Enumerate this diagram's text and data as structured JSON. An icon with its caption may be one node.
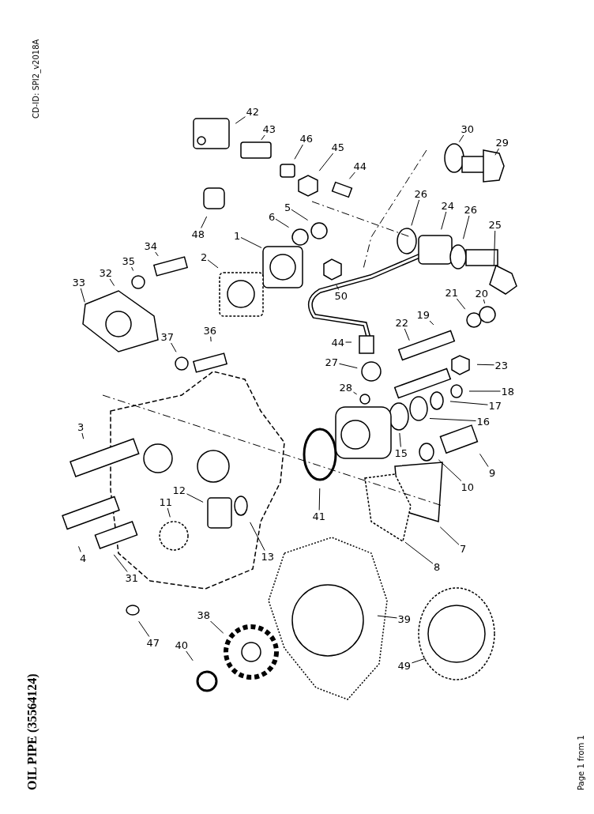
{
  "diagram": {
    "title": "OIL PIPE (35564124)",
    "nodes": [
      {
        "text": [
          "42"
        ]
      },
      {
        "text": [
          "43"
        ]
      },
      {
        "text": [
          "46"
        ]
      },
      {
        "text": [
          "45"
        ]
      },
      {
        "text": [
          "44"
        ]
      },
      {
        "text": [
          "30"
        ]
      },
      {
        "text": [
          "29"
        ]
      },
      {
        "text": [
          "26"
        ]
      },
      {
        "text": [
          "24"
        ]
      },
      {
        "text": [
          "26"
        ]
      },
      {
        "text": [
          "25"
        ]
      },
      {
        "text": [
          "48"
        ]
      },
      {
        "text": [
          "6"
        ]
      },
      {
        "text": [
          "5"
        ]
      },
      {
        "text": [
          "1"
        ]
      },
      {
        "text": [
          "50"
        ]
      },
      {
        "text": [
          "34"
        ]
      },
      {
        "text": [
          "35"
        ]
      },
      {
        "text": [
          "2"
        ]
      },
      {
        "text": [
          "33"
        ]
      },
      {
        "text": [
          "32"
        ]
      },
      {
        "text": [
          "36"
        ]
      },
      {
        "text": [
          "37"
        ]
      },
      {
        "text": [
          "44"
        ]
      },
      {
        "text": [
          "22"
        ]
      },
      {
        "text": [
          "19"
        ]
      },
      {
        "text": [
          "21"
        ]
      },
      {
        "text": [
          "20"
        ]
      },
      {
        "text": [
          "23"
        ]
      },
      {
        "text": [
          "27"
        ]
      },
      {
        "text": [
          "28"
        ]
      },
      {
        "text": [
          "18"
        ]
      },
      {
        "text": [
          "17"
        ]
      },
      {
        "text": [
          "16"
        ]
      },
      {
        "text": [
          "15"
        ]
      },
      {
        "text": [
          "9"
        ]
      },
      {
        "text": [
          "10"
        ]
      },
      {
        "text": [
          "3"
        ]
      },
      {
        "text": [
          "12"
        ]
      },
      {
        "text": [
          "13"
        ]
      },
      {
        "text": [
          "11"
        ]
      },
      {
        "text": [
          "41"
        ]
      },
      {
        "text": [
          "7"
        ]
      },
      {
        "text": [
          "8"
        ]
      },
      {
        "text": [
          "4"
        ]
      },
      {
        "text": [
          "31"
        ]
      },
      {
        "text": [
          "39"
        ]
      },
      {
        "text": [
          "47"
        ]
      },
      {
        "text": [
          "38"
        ]
      },
      {
        "text": [
          "40"
        ]
      },
      {
        "text": [
          "49"
        ]
      }
    ],
    "edges": [
      {
        "from": 0,
        "to": null,
        "arrow": "none"
      },
      {
        "from": 1,
        "to": null,
        "arrow": "none"
      },
      {
        "from": 2,
        "to": null,
        "arrow": "none"
      },
      {
        "from": 3,
        "to": null,
        "arrow": "none"
      },
      {
        "from": 4,
        "to": null,
        "arrow": "none"
      },
      {
        "from": 5,
        "to": null,
        "arrow": "none"
      },
      {
        "from": 6,
        "to": null,
        "arrow": "none"
      },
      {
        "from": 7,
        "to": null,
        "arrow": "none"
      },
      {
        "from": 8,
        "to": null,
        "arrow": "none"
      },
      {
        "from": 9,
        "to": null,
        "arrow": "none"
      },
      {
        "from": 10,
        "to": null,
        "arrow": "none"
      },
      {
        "from": 11,
        "to": null,
        "arrow": "none"
      },
      {
        "from": 12,
        "to": null,
        "arrow": "none"
      },
      {
        "from": 13,
        "to": null,
        "arrow": "none"
      },
      {
        "from": 14,
        "to": null,
        "arrow": "none"
      },
      {
        "from": 15,
        "to": null,
        "arrow": "none"
      },
      {
        "from": 16,
        "to": null,
        "arrow": "none"
      },
      {
        "from": 17,
        "to": null,
        "arrow": "none"
      },
      {
        "from": 18,
        "to": null,
        "arrow": "none"
      },
      {
        "from": 19,
        "to": null,
        "arrow": "none"
      },
      {
        "from": 20,
        "to": null,
        "arrow": "none"
      },
      {
        "from": 21,
        "to": null,
        "arrow": "none"
      },
      {
        "from": 22,
        "to": null,
        "arrow": "none"
      },
      {
        "from": 23,
        "to": null,
        "arrow": "none"
      },
      {
        "from": 24,
        "to": null,
        "arrow": "none"
      },
      {
        "from": 25,
        "to": null,
        "arrow": "none"
      },
      {
        "from": 26,
        "to": null,
        "arrow": "none"
      },
      {
        "from": 27,
        "to": null,
        "arrow": "none"
      },
      {
        "from": 28,
        "to": null,
        "arrow": "none"
      },
      {
        "from": 29,
        "to": null,
        "arrow": "none"
      },
      {
        "from": 30,
        "to": null,
        "arrow": "none"
      },
      {
        "from": 31,
        "to": null,
        "arrow": "none"
      },
      {
        "from": 32,
        "to": null,
        "arrow": "none"
      },
      {
        "from": 33,
        "to": null,
        "arrow": "none"
      },
      {
        "from": 34,
        "to": null,
        "arrow": "none"
      },
      {
        "from": 35,
        "to": null,
        "arrow": "none"
      },
      {
        "from": 36,
        "to": null,
        "arrow": "none"
      },
      {
        "from": 37,
        "to": null,
        "arrow": "none"
      },
      {
        "from": 38,
        "to": null,
        "arrow": "none"
      },
      {
        "from": 39,
        "to": null,
        "arrow": "none"
      },
      {
        "from": 40,
        "to": null,
        "arrow": "none"
      },
      {
        "from": 41,
        "to": null,
        "arrow": "none"
      },
      {
        "from": 42,
        "to": null,
        "arrow": "none"
      },
      {
        "from": 43,
        "to": null,
        "arrow": "none"
      },
      {
        "from": 44,
        "to": null,
        "arrow": "none"
      },
      {
        "from": 45,
        "to": null,
        "arrow": "none"
      },
      {
        "from": 46,
        "to": null,
        "arrow": "none"
      },
      {
        "from": 47,
        "to": null,
        "arrow": "none"
      },
      {
        "from": 48,
        "to": null,
        "arrow": "none"
      },
      {
        "from": 49,
        "to": null,
        "arrow": "none"
      },
      {
        "from": 50,
        "to": null,
        "arrow": "none"
      }
    ],
    "labels": [
      "CD-ID: SPI2_v2018A",
      "Page 1 from 1"
    ]
  }
}
